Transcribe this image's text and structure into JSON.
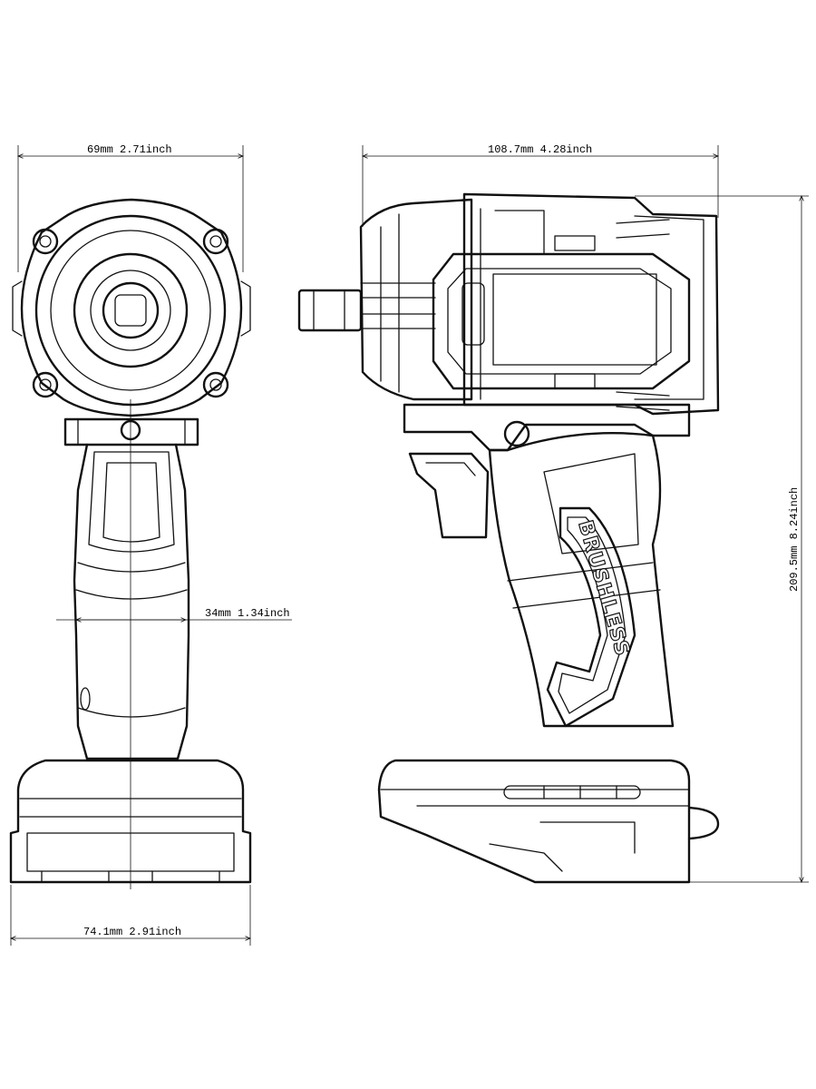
{
  "dimensions": {
    "front_top_width": "69mm  2.71inch",
    "side_top_length": "108.7mm  4.28inch",
    "handle_width": "34mm  1.34inch",
    "front_base_width": "74.1mm  2.91inch",
    "side_height": "209.5mm  8.24inch"
  },
  "brand_text": "BRUSHLESS",
  "colors": {
    "line": "#111111",
    "background": "#ffffff"
  }
}
